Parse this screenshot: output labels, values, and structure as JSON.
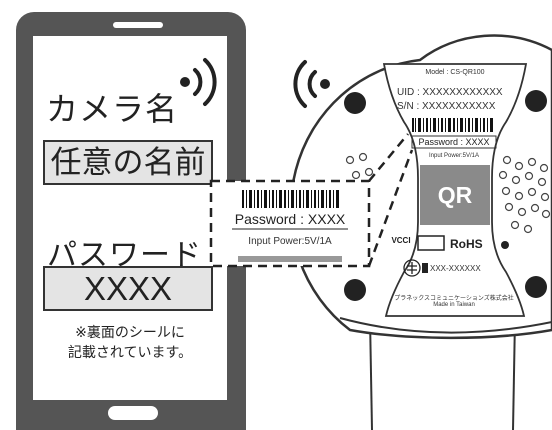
{
  "phone": {
    "camera_name_label": "カメラ名",
    "camera_name_value": "任意の名前",
    "password_label": "パスワード",
    "password_value": "XXXX",
    "note_line1": "※裏面のシールに",
    "note_line2": "記載されています。"
  },
  "camera": {
    "model": "Model : CS-QR100",
    "uid": "UID : XXXXXXXXXXXX",
    "sn": "S/N : XXXXXXXXXXX",
    "password": "Password : XXXX",
    "input_power": "Input Power:5V/1A",
    "qr_text": "QR",
    "ce_mark": "VCCI",
    "rohs": "RoHS",
    "cert_code": "XXX-XXXXXX",
    "maker": "プラネックスコミュニケーションズ株式会社",
    "made_in": "Made in Taiwan"
  },
  "zoom": {
    "password": "Password : XXXX",
    "input_power": "Input Power:5V/1A"
  },
  "icons": [
    "wifi-signal-icon",
    "wifi-receive-icon",
    "barcode-icon",
    "qr-code-icon",
    "certification-mark-icon"
  ],
  "colors": {
    "device": "#555555",
    "label_gray": "#e4e4e4",
    "qr_gray": "#8a8a8a"
  }
}
